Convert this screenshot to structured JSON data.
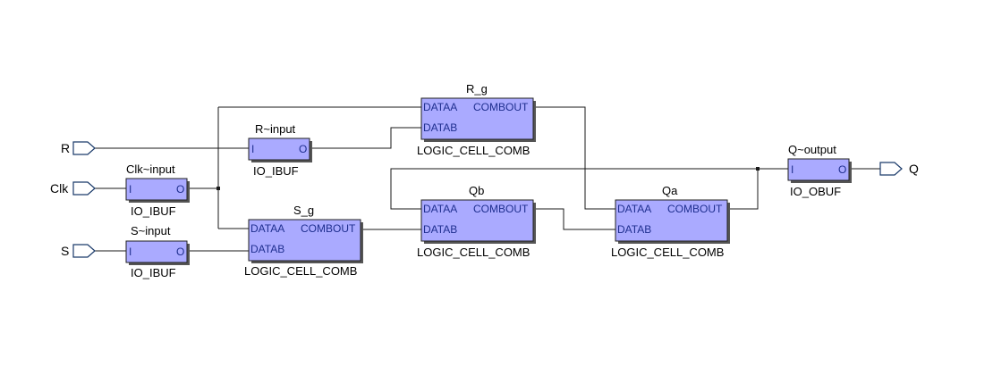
{
  "signals": {
    "R": "R",
    "Clk": "Clk",
    "S": "S",
    "Q": "Q"
  },
  "blocks": {
    "r_input": {
      "name": "R~input",
      "type": "IO_IBUF",
      "in": "I",
      "out": "O"
    },
    "clk_input": {
      "name": "Clk~input",
      "type": "IO_IBUF",
      "in": "I",
      "out": "O"
    },
    "s_input": {
      "name": "S~input",
      "type": "IO_IBUF",
      "in": "I",
      "out": "O"
    },
    "q_output": {
      "name": "Q~output",
      "type": "IO_OBUF",
      "in": "I",
      "out": "O"
    },
    "r_g": {
      "name": "R_g",
      "type": "LOGIC_CELL_COMB",
      "in1": "DATAA",
      "in2": "DATAB",
      "out": "COMBOUT"
    },
    "s_g": {
      "name": "S_g",
      "type": "LOGIC_CELL_COMB",
      "in1": "DATAA",
      "in2": "DATAB",
      "out": "COMBOUT"
    },
    "qb": {
      "name": "Qb",
      "type": "LOGIC_CELL_COMB",
      "in1": "DATAA",
      "in2": "DATAB",
      "out": "COMBOUT"
    },
    "qa": {
      "name": "Qa",
      "type": "LOGIC_CELL_COMB",
      "in1": "DATAA",
      "in2": "DATAB",
      "out": "COMBOUT"
    }
  },
  "colors": {
    "block_fill": "#aaaaff",
    "port_text": "#1f2f8f",
    "wire": "#1a1a1a"
  }
}
